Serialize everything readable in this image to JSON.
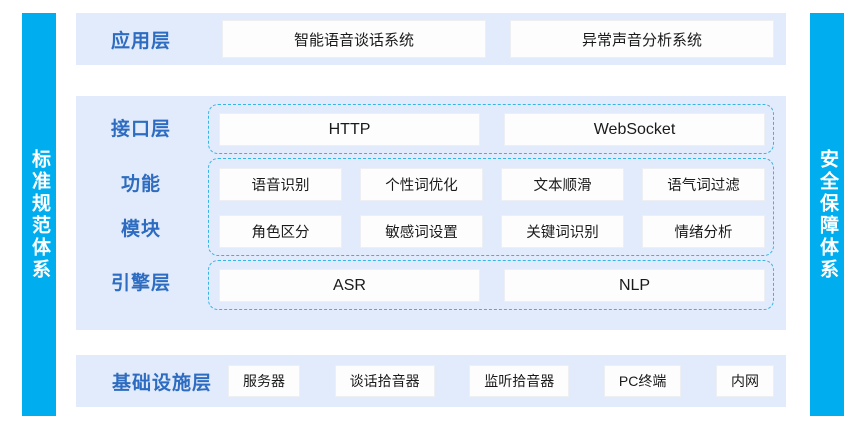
{
  "sides": {
    "left": {
      "name": "standards-system",
      "text": "标准规范体系"
    },
    "right": {
      "name": "security-system",
      "text": "安全保障体系"
    }
  },
  "colors": {
    "bar_blue": "#00AEEF",
    "panel_bg": "#E2EBFB",
    "label_blue": "#2D6CC0",
    "dashed_cyan": "#36B4E8",
    "chip_bg": "#FDFDFD"
  },
  "application_layer": {
    "label": "应用层",
    "items": [
      "智能语音谈话系统",
      "异常声音分析系统"
    ]
  },
  "interface_layer": {
    "label": "接口层",
    "items": [
      "HTTP",
      "WebSocket"
    ]
  },
  "function_modules": {
    "label_line1": "功能",
    "label_line2": "模块",
    "row1": [
      "语音识别",
      "个性词优化",
      "文本顺滑",
      "语气词过滤"
    ],
    "row2": [
      "角色区分",
      "敏感词设置",
      "关键词识别",
      "情绪分析"
    ]
  },
  "engine_layer": {
    "label": "引擎层",
    "items": [
      "ASR",
      "NLP"
    ]
  },
  "infrastructure_layer": {
    "label": "基础设施层",
    "items": [
      "服务器",
      "谈话拾音器",
      "监听拾音器",
      "PC终端",
      "内网"
    ]
  }
}
